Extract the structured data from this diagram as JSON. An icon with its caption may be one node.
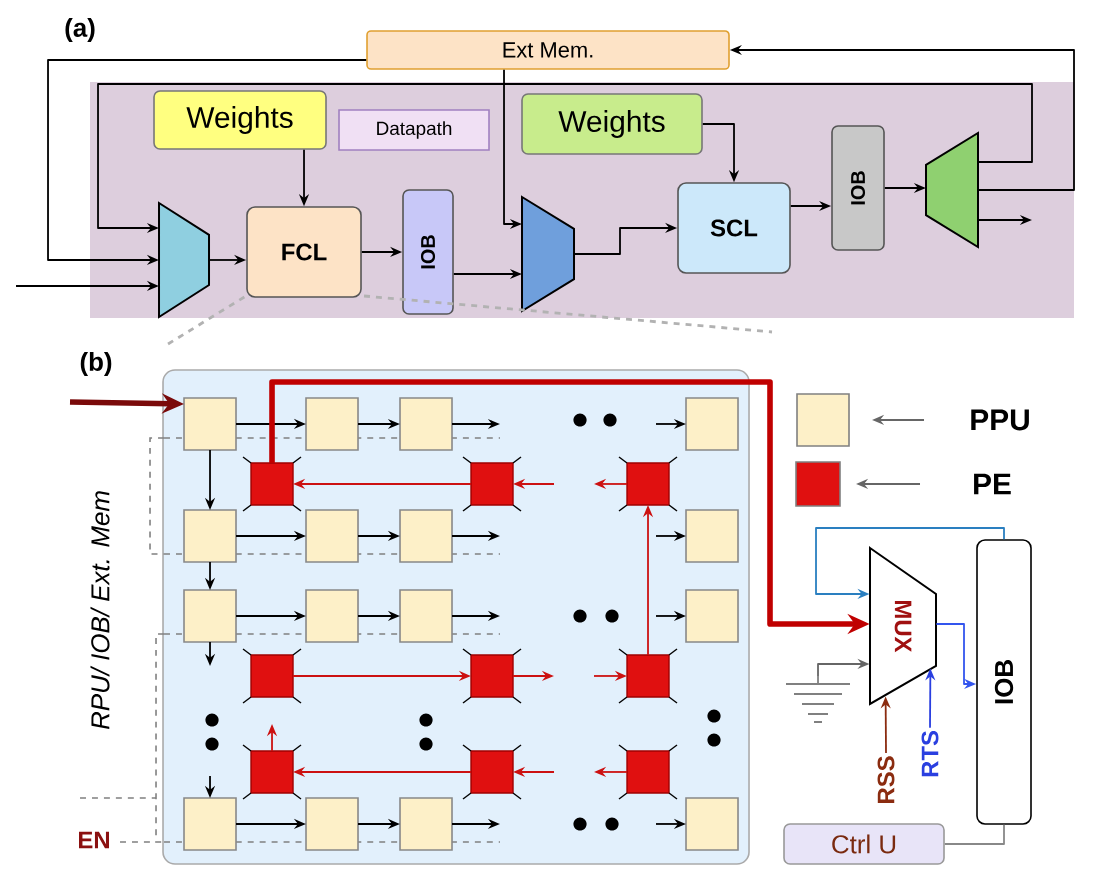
{
  "diagram": {
    "nodes": [
      {
        "text": [
          "Ext Mem."
        ]
      },
      {
        "text": [],
        "shape": "box"
      },
      {
        "text": [
          "Weights"
        ],
        "in": 1
      },
      {
        "text": [
          "Datapath"
        ],
        "in": 1
      },
      {
        "text": [
          "Weights"
        ],
        "in": 1
      },
      {
        "text": [],
        "shape": "trapezoid",
        "in": 1
      },
      {
        "text": [
          "FCL"
        ],
        "in": 1
      },
      {
        "text": [
          "IOB"
        ],
        "in": 1
      },
      {
        "text": [],
        "shape": "trapezoid",
        "in": 1
      },
      {
        "text": [
          "SCL"
        ],
        "in": 1
      },
      {
        "text": [
          "IOB"
        ],
        "in": 1
      },
      {
        "text": [],
        "shape": "trapezoid",
        "in": 1
      },
      {
        "text": [],
        "shape": "box"
      },
      {
        "text": [],
        "shape": "box",
        "in": 12
      },
      {
        "text": [],
        "shape": "box",
        "in": 12
      },
      {
        "text": [],
        "shape": "box",
        "in": 12
      },
      {
        "text": [],
        "shape": "box",
        "in": 12
      },
      {
        "text": [],
        "shape": "box",
        "in": 12
      },
      {
        "text": [],
        "shape": "box",
        "in": 12
      },
      {
        "text": [],
        "shape": "box",
        "in": 12
      },
      {
        "text": [],
        "shape": "box",
        "in": 12
      },
      {
        "text": [],
        "shape": "box",
        "in": 12
      },
      {
        "text": [],
        "shape": "box",
        "in": 12
      },
      {
        "text": [],
        "shape": "box",
        "in": 12
      },
      {
        "text": [],
        "shape": "box",
        "in": 12
      },
      {
        "text": [],
        "shape": "box",
        "in": 12
      },
      {
        "text": [],
        "shape": "box",
        "in": 12
      },
      {
        "text": [],
        "shape": "box",
        "in": 12
      },
      {
        "text": [],
        "shape": "box",
        "in": 12
      },
      {
        "text": [],
        "shape": "box",
        "in": 12
      },
      {
        "text": [],
        "shape": "box",
        "in": 12
      },
      {
        "text": [],
        "shape": "box",
        "in": 12
      },
      {
        "text": [],
        "shape": "box",
        "in": 12
      },
      {
        "text": [],
        "shape": "box",
        "in": 12
      },
      {
        "text": [],
        "shape": "box",
        "in": 12
      },
      {
        "text": [],
        "shape": "box",
        "in": 12
      },
      {
        "text": [],
        "shape": "box",
        "in": 12
      },
      {
        "text": [],
        "shape": "box",
        "in": 12
      },
      {
        "text": [
          "MUX"
        ]
      },
      {
        "text": [
          "IOB"
        ]
      },
      {
        "text": [],
        "shape": "ground"
      },
      {
        "text": [
          "RSS"
        ]
      },
      {
        "text": [
          "RTS"
        ]
      },
      {
        "text": [
          "Ctrl U"
        ]
      }
    ],
    "edges": [
      {
        "from": 0,
        "to": 5,
        "arrow": "to"
      },
      {
        "from": 11,
        "to": 5,
        "arrow": "to"
      },
      {
        "from": null,
        "to": 5,
        "arrow": "to"
      },
      {
        "from": 2,
        "to": 6,
        "arrow": "to"
      },
      {
        "from": 5,
        "to": 6,
        "arrow": "to"
      },
      {
        "from": 6,
        "to": 7,
        "arrow": "to"
      },
      {
        "from": 7,
        "to": 8,
        "arrow": "to"
      },
      {
        "from": 0,
        "to": 8,
        "arrow": "to"
      },
      {
        "from": 8,
        "to": 9,
        "arrow": "to"
      },
      {
        "from": 4,
        "to": 9,
        "arrow": "to"
      },
      {
        "from": 9,
        "to": 10,
        "arrow": "to"
      },
      {
        "from": 10,
        "to": 11,
        "arrow": "to"
      },
      {
        "from": 11,
        "to": 0,
        "arrow": "to"
      },
      {
        "from": 11,
        "to": null,
        "arrow": "to"
      },
      {
        "from": 13,
        "to": 14,
        "arrow": "to"
      },
      {
        "from": 14,
        "to": 15,
        "arrow": "to"
      },
      {
        "from": 15,
        "to": null,
        "arrow": "to"
      },
      {
        "from": null,
        "to": 16,
        "arrow": "to"
      },
      {
        "from": 20,
        "to": 21,
        "arrow": "to"
      },
      {
        "from": 21,
        "to": 22,
        "arrow": "to"
      },
      {
        "from": 22,
        "to": null,
        "arrow": "to"
      },
      {
        "from": null,
        "to": 23,
        "arrow": "to"
      },
      {
        "from": 24,
        "to": 25,
        "arrow": "to"
      },
      {
        "from": 25,
        "to": 26,
        "arrow": "to"
      },
      {
        "from": 26,
        "to": null,
        "arrow": "to"
      },
      {
        "from": null,
        "to": 27,
        "arrow": "to"
      },
      {
        "from": 34,
        "to": 35,
        "arrow": "to"
      },
      {
        "from": 35,
        "to": 36,
        "arrow": "to"
      },
      {
        "from": 36,
        "to": null,
        "arrow": "to"
      },
      {
        "from": null,
        "to": 37,
        "arrow": "to"
      },
      {
        "from": 13,
        "to": 20,
        "arrow": "to"
      },
      {
        "from": 20,
        "to": 24,
        "arrow": "to"
      },
      {
        "from": 24,
        "to": null,
        "arrow": "to"
      },
      {
        "from": null,
        "to": 34,
        "arrow": "to"
      },
      {
        "from": 18,
        "to": 17,
        "arrow": "to",
        "color": "#cc1111"
      },
      {
        "from": null,
        "to": 18,
        "arrow": "to",
        "color": "#cc1111"
      },
      {
        "from": 19,
        "to": null,
        "arrow": "to",
        "color": "#cc1111"
      },
      {
        "from": 30,
        "to": 19,
        "arrow": "to",
        "color": "#cc1111"
      },
      {
        "from": 28,
        "to": 29,
        "arrow": "to",
        "color": "#cc1111"
      },
      {
        "from": 29,
        "to": null,
        "arrow": "to",
        "color": "#cc1111"
      },
      {
        "from": null,
        "to": 30,
        "arrow": "to",
        "color": "#cc1111"
      },
      {
        "from": 32,
        "to": 31,
        "arrow": "to",
        "color": "#cc1111"
      },
      {
        "from": null,
        "to": 32,
        "arrow": "to",
        "color": "#cc1111"
      },
      {
        "from": 33,
        "to": null,
        "arrow": "to",
        "color": "#cc1111"
      },
      {
        "from": 31,
        "to": null,
        "arrow": "to",
        "color": "#cc1111"
      },
      {
        "from": 17,
        "to": 38,
        "arrow": "to",
        "style": "thick",
        "color": "#c00000"
      },
      {
        "from": null,
        "to": 13,
        "arrow": "to",
        "style": "thick",
        "color": "#7a0a0a"
      },
      {
        "from": 39,
        "to": 38,
        "arrow": "to",
        "color": "#2a7fc0"
      },
      {
        "from": 38,
        "to": 39,
        "arrow": "to",
        "color": "#3355ee"
      },
      {
        "from": 40,
        "to": 38,
        "arrow": "to",
        "color": "#666666"
      },
      {
        "from": 41,
        "to": 38,
        "arrow": "to",
        "color": "#8b2c10"
      },
      {
        "from": 42,
        "to": 38,
        "arrow": "to",
        "color": "#2a3fe0"
      },
      {
        "from": 43,
        "to": 39,
        "arrow": "none",
        "color": "#888888"
      }
    ],
    "labels": [
      "(a)",
      "(b)",
      "RPU/ IOB/ Ext. Mem",
      "EN"
    ],
    "legend": [
      {
        "text": "PPU",
        "color": "#fdf0c8"
      },
      {
        "text": "PE",
        "color": "#e01010"
      }
    ]
  }
}
